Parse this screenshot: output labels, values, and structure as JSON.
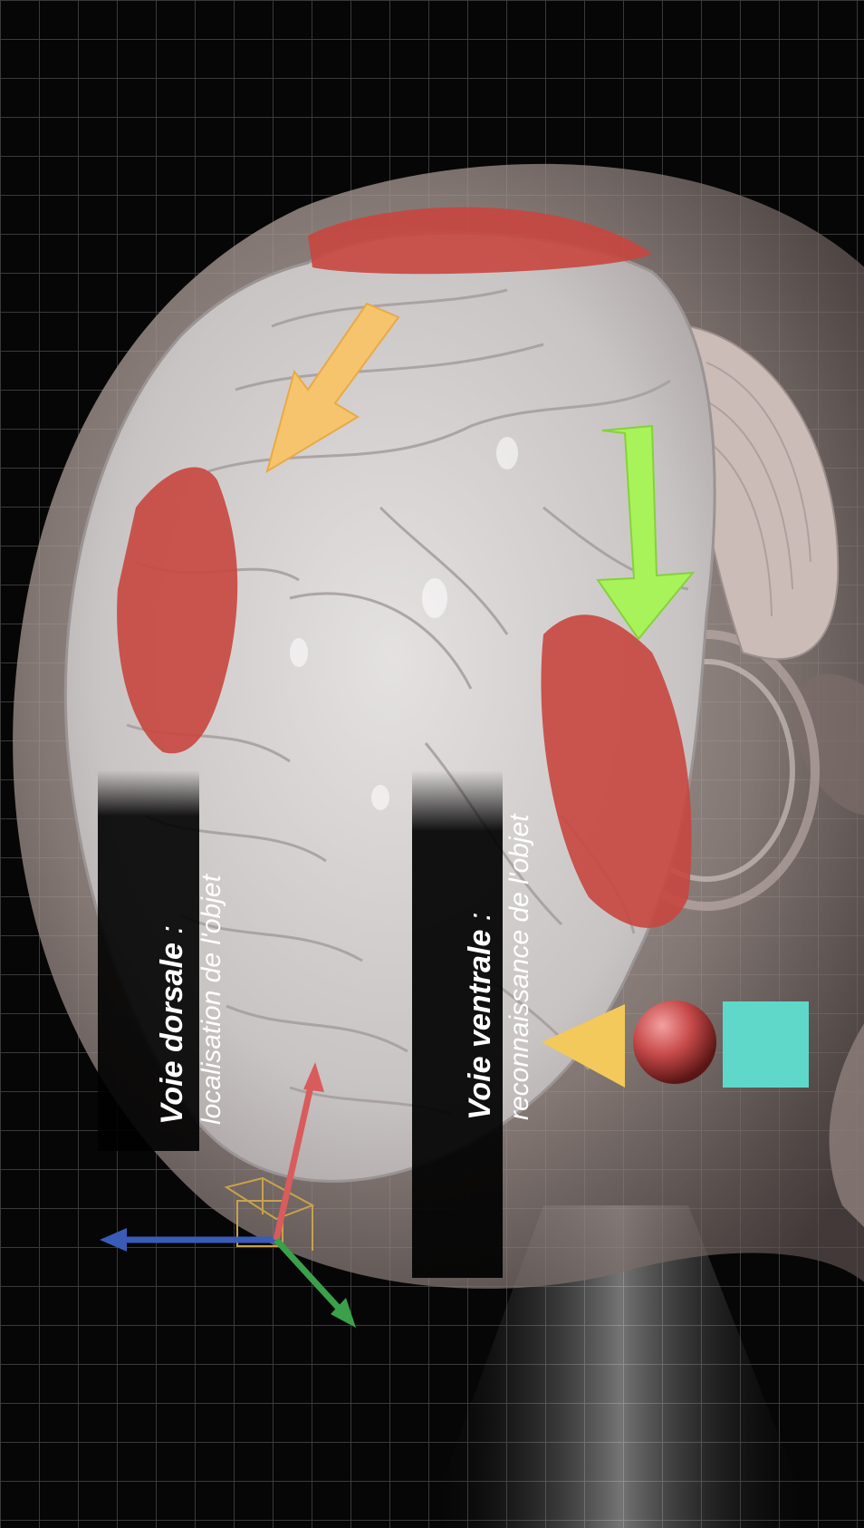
{
  "captions": {
    "dorsal": {
      "title": "Voie dorsale",
      "separator": " :",
      "subtitle": "localisation de l'objet"
    },
    "ventral": {
      "title": "Voie ventrale",
      "separator": " :",
      "subtitle": "reconnaissance de l'objet"
    }
  },
  "icons": {
    "dorsal_arrow": "dorsal-pathway-arrow-icon",
    "ventral_arrow": "ventral-pathway-arrow-icon",
    "triangle": "triangle-shape-icon",
    "sphere": "sphere-shape-icon",
    "square": "square-shape-icon",
    "gizmo": "axis-gizmo-icon"
  },
  "colors": {
    "background": "#060606",
    "grid": "#3a3a3a",
    "head": "#b7a9a4",
    "brain": "#cfcaca",
    "brain_area": "#c8463f",
    "dorsal_arrow": "#f6c46c",
    "ventral_arrow": "#a8f25a",
    "triangle": "#f2c95a",
    "sphere": "#c84a4a",
    "square": "#5fd8c9",
    "axis_x": "#d85c5c",
    "axis_y": "#3aa04a",
    "axis_z": "#3a5cb8"
  }
}
